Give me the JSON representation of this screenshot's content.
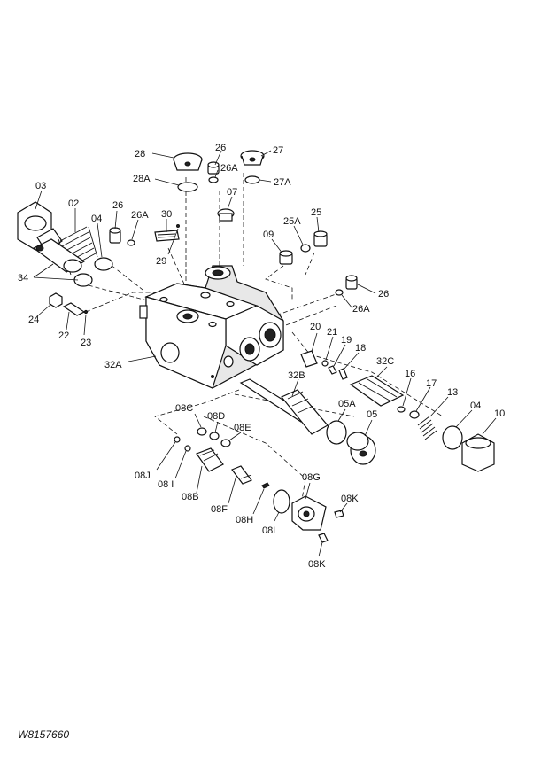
{
  "drawing_id": "W8157660",
  "labels": {
    "l28": "28",
    "l26top": "26",
    "l27": "27",
    "l28A": "28A",
    "l26Atop": "26A",
    "l27A": "27A",
    "l07": "07",
    "l03": "03",
    "l02": "02",
    "l04left": "04",
    "l26left": "26",
    "l26Aleft": "26A",
    "l30": "30",
    "l29": "29",
    "l25A": "25A",
    "l25": "25",
    "l09": "09",
    "l34": "34",
    "l26right": "26",
    "l26Aright": "26A",
    "l24": "24",
    "l22": "22",
    "l23": "23",
    "l20": "20",
    "l21": "21",
    "l19": "19",
    "l18": "18",
    "l32C": "32C",
    "l32A": "32A",
    "l32B": "32B",
    "l16": "16",
    "l17": "17",
    "l13": "13",
    "l04right": "04",
    "l10": "10",
    "l05A": "05A",
    "l05": "05",
    "l08C": "08C",
    "l08D": "08D",
    "l08E": "08E",
    "l08J": "08J",
    "l08I": "08 I",
    "l08B": "08B",
    "l08F": "08F",
    "l08H": "08H",
    "l08G": "08G",
    "l08K1": "08K",
    "l08L": "08L",
    "l08K2": "08K"
  }
}
